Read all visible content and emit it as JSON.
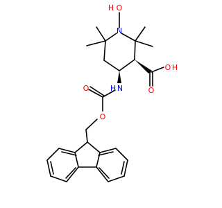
{
  "colors": {
    "bond": "#000000",
    "oxygen": "#ff0000",
    "nitrogen": "#0000ff",
    "background": "#ffffff"
  },
  "atoms": {
    "n_oxyl_o": "O",
    "n_oxyl_h": "H",
    "ring_n": "N",
    "acid_oh_o": "O",
    "acid_oh_h": "H",
    "acid_o_double": "O",
    "amide_n": "N",
    "amide_h": "H",
    "carbamate_o_double": "O",
    "carbamate_o_ester": "O"
  }
}
